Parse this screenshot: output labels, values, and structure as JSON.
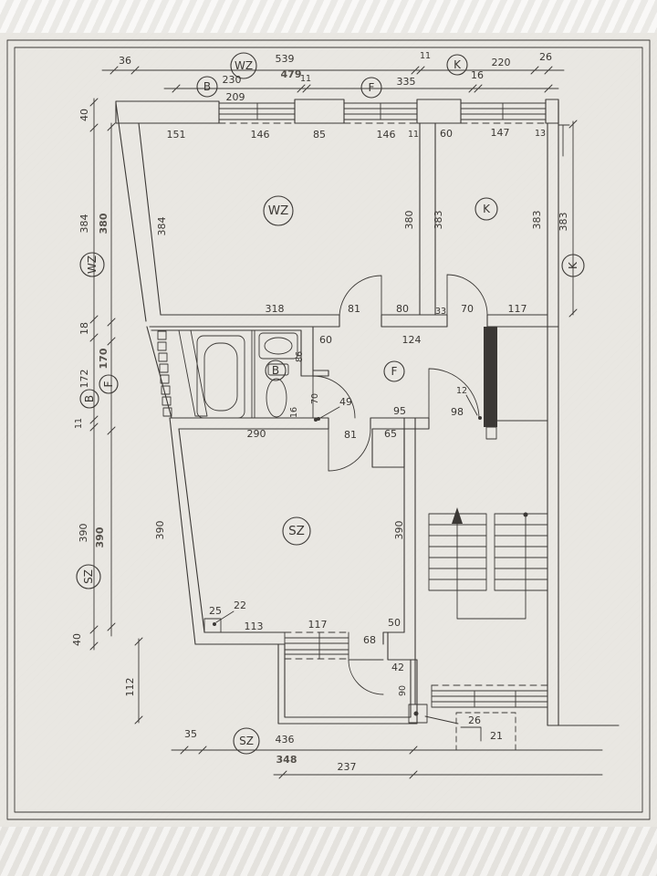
{
  "labels": {
    "room_wz": "WZ",
    "room_k": "K",
    "room_b": "B",
    "room_f": "F",
    "room_sz": "SZ",
    "top1_36": "36",
    "top1_539": "539",
    "top1_11": "11",
    "top1_220": "220",
    "top1_26": "26",
    "top2_230": "230",
    "top2_209": "209",
    "top2_479": "479",
    "top2_11": "11",
    "top2_335": "335",
    "top2_16": "16",
    "left_40a": "40",
    "left_384": "384",
    "left_380": "380",
    "left_18": "18",
    "left_172": "172",
    "left_170": "170",
    "left_11": "11",
    "left_390a": "390",
    "left_390b": "390",
    "left_40b": "40",
    "left_112": "112",
    "left_35": "35",
    "right_383": "383",
    "bot_436": "436",
    "bot_348": "348",
    "bot_237": "237",
    "wz_151": "151",
    "wz_146a": "146",
    "wz_85": "85",
    "wz_146b": "146",
    "wz_11": "11",
    "wz_384": "384",
    "wz_380": "380",
    "wz_318": "318",
    "wz_81": "81",
    "wz_80": "80",
    "k_60": "60",
    "k_147": "147",
    "k_13": "13",
    "k_383a": "383",
    "k_383b": "383",
    "k_33": "33",
    "k_70": "70",
    "k_117": "117",
    "f_60": "60",
    "f_124": "124",
    "f_86": "86",
    "f_70": "70",
    "f_49": "49",
    "f_16": "16",
    "f_95": "95",
    "f_98": "98",
    "f_12": "12",
    "sz_290": "290",
    "sz_81": "81",
    "sz_65": "65",
    "sz_390a": "390",
    "sz_390b": "390",
    "sz_25": "25",
    "sz_22": "22",
    "sz_113": "113",
    "sz_117": "117",
    "sz_50": "50",
    "sz_68": "68",
    "sz_42": "42",
    "sz_90": "90",
    "st_26": "26",
    "st_21": "21"
  }
}
